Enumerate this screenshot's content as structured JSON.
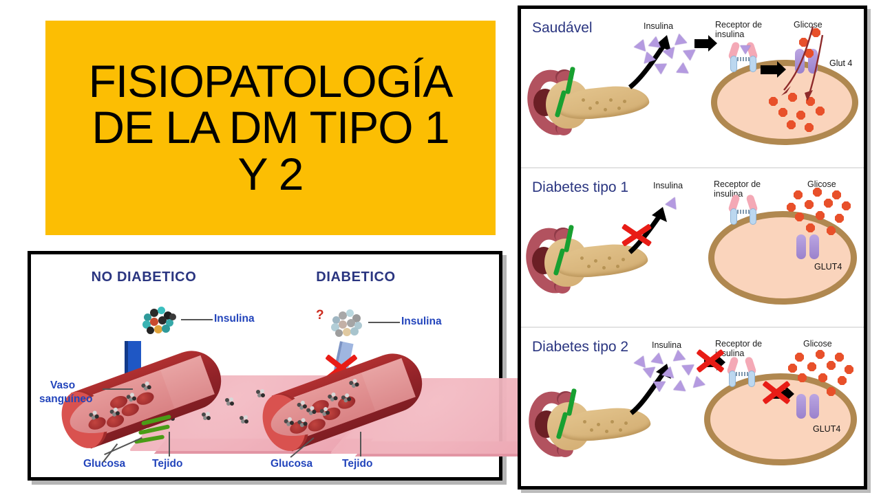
{
  "title_card": {
    "line1": "FISIOPATOLOGÍA",
    "line2": "DE LA DM TIPO 1",
    "line3": "Y 2",
    "background_color": "#fcbe03",
    "text_color": "#000000"
  },
  "left_figure": {
    "headings": {
      "non_diabetic": "NO DIABETICO",
      "diabetic": "DIABETICO"
    },
    "heading_color": "#2a3580",
    "label_color": "#2244bb",
    "non_diabetic": {
      "insulin_label": "Insulina",
      "vessel_label_line1": "Vaso",
      "vessel_label_line2": "sanguíneo",
      "glucose_label": "Glucosa",
      "tissue_label": "Tejido"
    },
    "diabetic": {
      "question_mark": "?",
      "insulin_label": "Insulina",
      "glucose_label": "Glucosa",
      "tissue_label": "Tejido"
    }
  },
  "right_panels": [
    {
      "title": "Saudável",
      "insulin_label": "Insulina",
      "receptor_label_line1": "Receptor de",
      "receptor_label_line2": "insulina",
      "glucose_label": "Glicose",
      "transporter_label": "Glut 4",
      "insulin_count": 8,
      "glucose_outside_count": 3,
      "glucose_inside_count": 8,
      "insulin_secretion_blocked": false,
      "receptor_binding_blocked": false,
      "transport_blocked": false
    },
    {
      "title": "Diabetes tipo 1",
      "insulin_label": "Insulina",
      "receptor_label_line1": "Receptor de",
      "receptor_label_line2": "insulina",
      "glucose_label": "Glicose",
      "transporter_label": "GLUT4",
      "insulin_count": 1,
      "glucose_outside_count": 12,
      "glucose_inside_count": 0,
      "insulin_secretion_blocked": true,
      "receptor_binding_blocked": false,
      "transport_blocked": false
    },
    {
      "title": "Diabetes tipo 2",
      "insulin_label": "Insulina",
      "receptor_label_line1": "Receptor de",
      "receptor_label_line2": "insulina",
      "glucose_label": "Glicose",
      "transporter_label": "GLUT4",
      "insulin_count": 9,
      "glucose_outside_count": 11,
      "glucose_inside_count": 0,
      "insulin_secretion_blocked": false,
      "receptor_binding_blocked": true,
      "transport_blocked": true
    }
  ],
  "colors": {
    "insulin_purple": "#b49ae0",
    "glucose_orange": "#e8502a",
    "glut4_purple": "#a98fd4",
    "membrane_brown": "#b08850",
    "cytoplasm_peach": "#fad4bc",
    "pancreas_tan": "#d9b47d",
    "duodenum_red": "#b2525f",
    "bile_duct_green": "#18a031",
    "red_x": "#e81c16",
    "vessel_red": "#96242a",
    "tissue_pink": "#eda8b4",
    "arrow_blue": "#1f57c4"
  }
}
